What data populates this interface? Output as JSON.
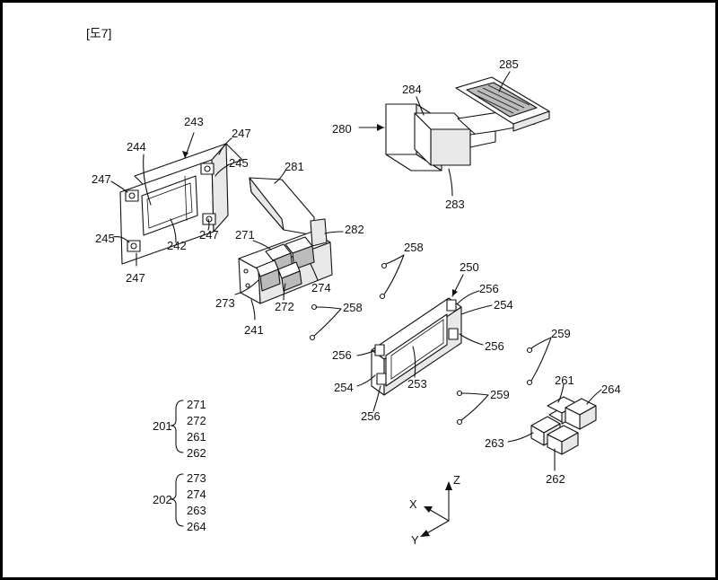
{
  "figure_label": "[도7]",
  "labels": {
    "l243": "243",
    "l247a": "247",
    "l244": "244",
    "l245a": "245",
    "l247b": "247",
    "l245b": "245",
    "l242": "242",
    "l247c": "247",
    "l247d": "247",
    "l281": "281",
    "l282": "282",
    "l271": "271",
    "l273": "273",
    "l272": "272",
    "l274": "274",
    "l241": "241",
    "l280": "280",
    "l284": "284",
    "l285": "285",
    "l283": "283",
    "l258a": "258",
    "l258b": "258",
    "l250": "250",
    "l256a": "256",
    "l254a": "254",
    "l256b": "256",
    "l256c": "256",
    "l253": "253",
    "l254b": "254",
    "l256d": "256",
    "l259a": "259",
    "l259b": "259",
    "l261": "261",
    "l264": "264",
    "l263": "263",
    "l262": "262"
  },
  "groups": [
    {
      "id": "201",
      "members": [
        "271",
        "272",
        "261",
        "262"
      ]
    },
    {
      "id": "202",
      "members": [
        "273",
        "274",
        "263",
        "264"
      ]
    }
  ],
  "axes": {
    "z": "Z",
    "x": "X",
    "y": "Y"
  }
}
